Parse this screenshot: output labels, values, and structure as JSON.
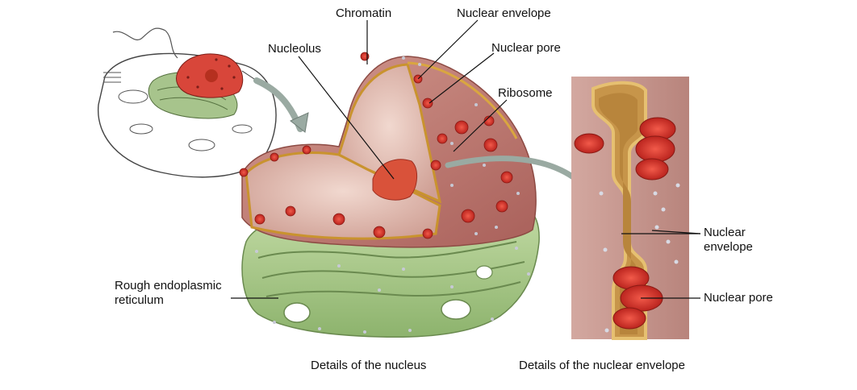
{
  "labels": {
    "chromatin": "Chromatin",
    "nuclear_envelope": "Nuclear envelope",
    "nucleolus": "Nucleolus",
    "nuclear_pore": "Nuclear pore",
    "ribosome": "Ribosome",
    "rough_er_line1": "Rough endoplasmic",
    "rough_er_line2": "reticulum",
    "detail_envelope_line1": "Nuclear",
    "detail_envelope_line2": "envelope",
    "detail_pore": "Nuclear pore"
  },
  "captions": {
    "nucleus": "Details of the nucleus",
    "envelope": "Details of the nuclear envelope"
  },
  "colors": {
    "er_green": "#a9c98a",
    "nucleus_mauve": "#c48a82",
    "envelope_gold": "#d9a640",
    "pore_red": "#d8322a",
    "nucleolus_red": "#d9523a",
    "chromatin_pink": "#e6c3b8"
  },
  "icons": [
    "cell-overview-icon",
    "arrow-curved-icon"
  ]
}
